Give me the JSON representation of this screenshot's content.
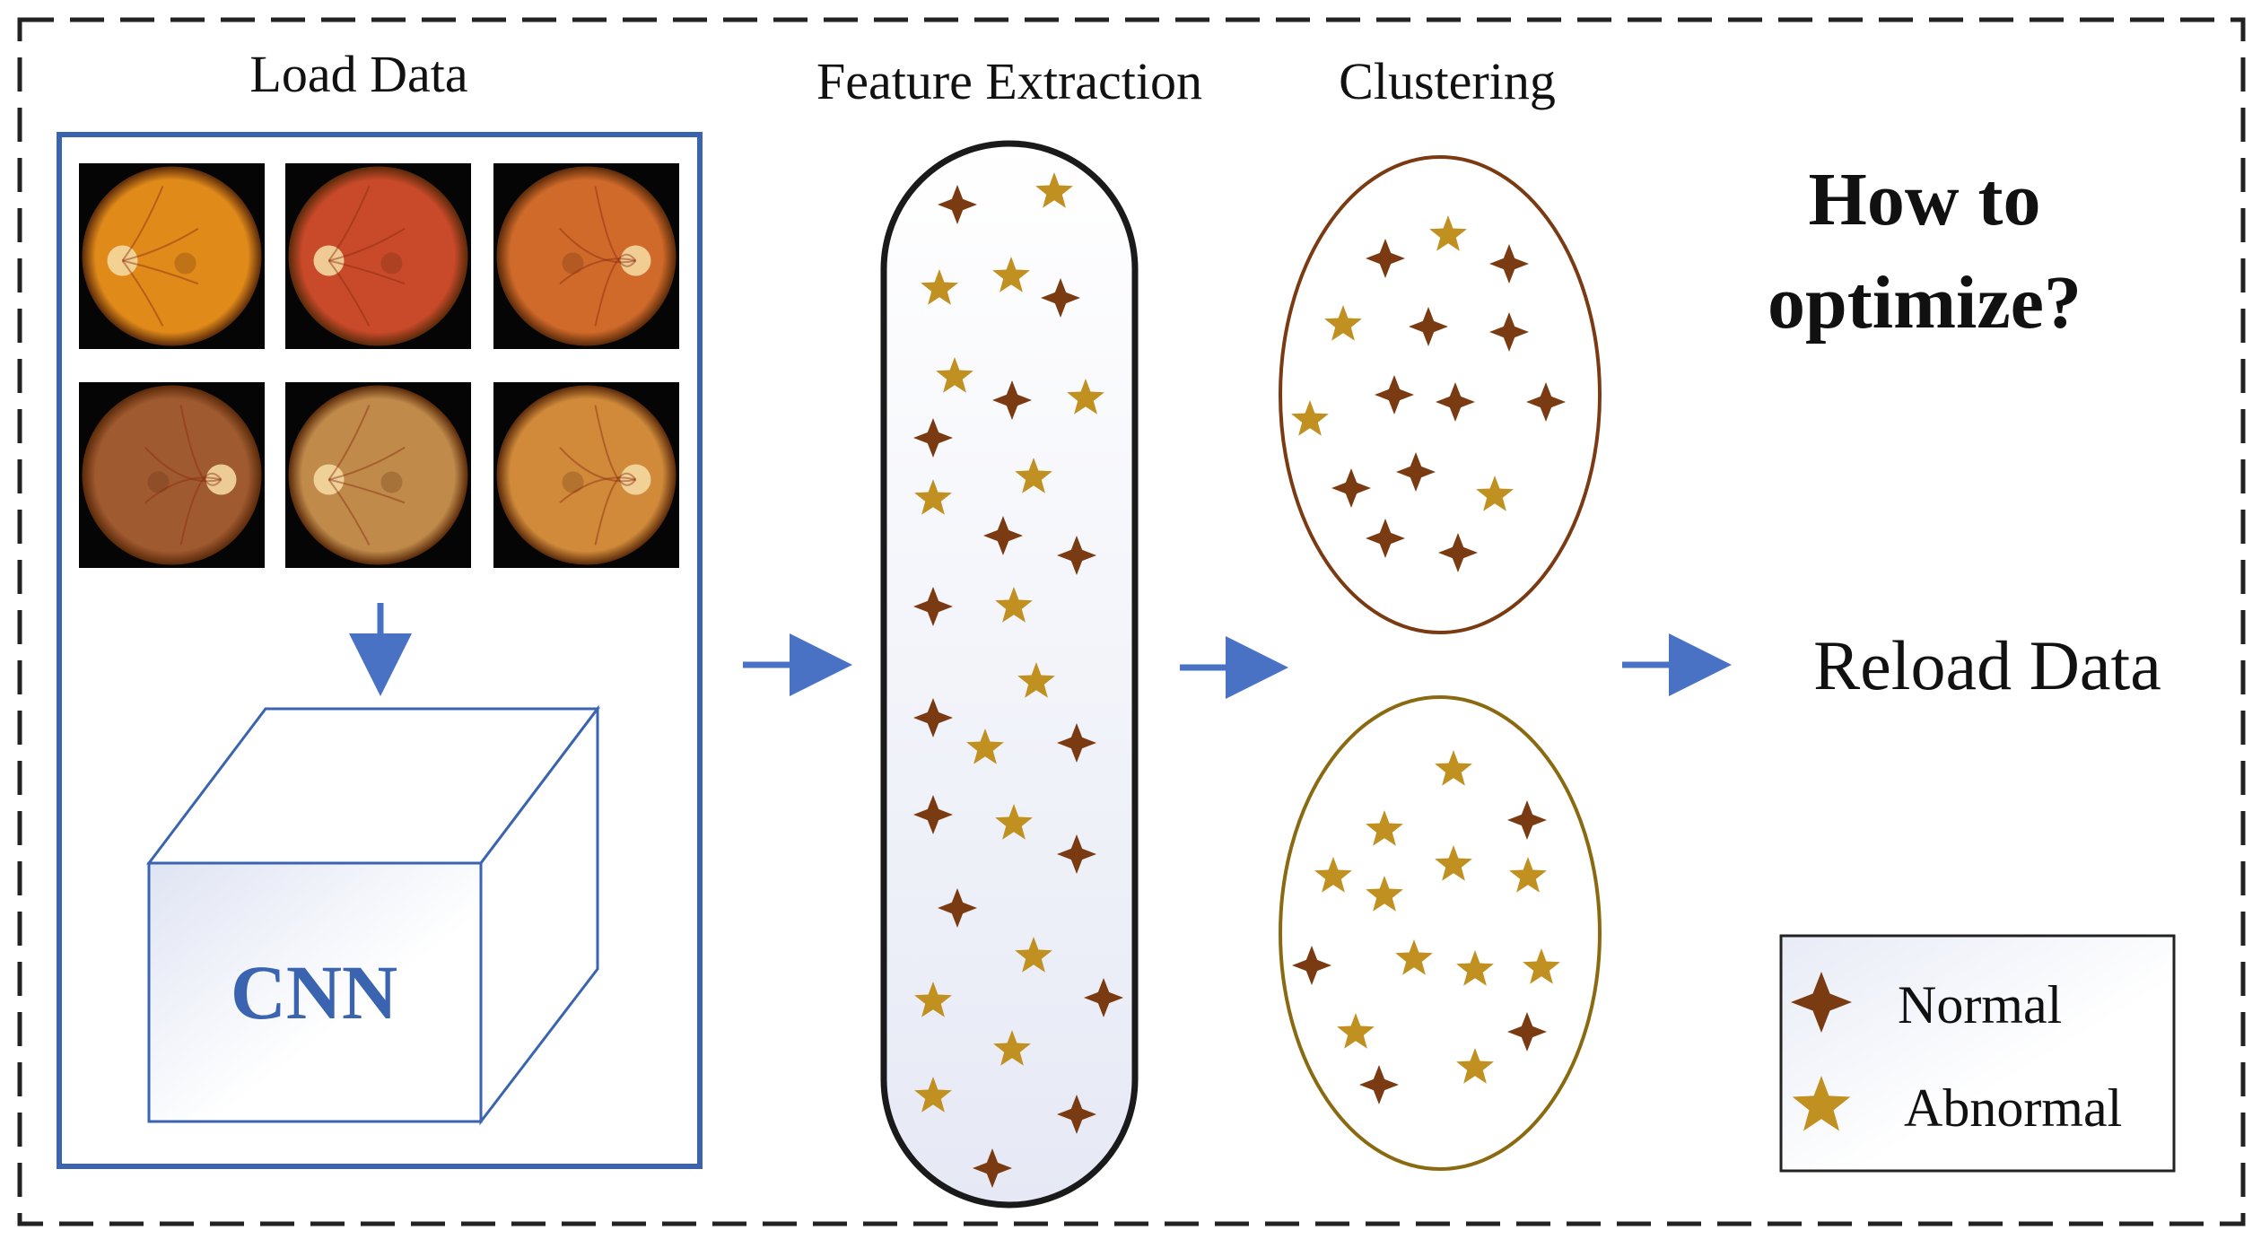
{
  "sections": {
    "load_data": "Load Data",
    "feature_extraction": "Feature Extraction",
    "clustering": "Clustering"
  },
  "cnn_label": "CNN",
  "question": {
    "line1": "How to",
    "line2": "optimize?"
  },
  "reload_label": "Reload Data",
  "legend": {
    "normal": "Normal",
    "abnormal": "Abnormal"
  },
  "colors": {
    "normal": "#7a3a12",
    "abnormal": "#c09020",
    "cnn_blue": "#3a63b0",
    "arrow_blue": "#4a72c4",
    "upper_cluster_border": "#7a3a12",
    "lower_cluster_border": "#8a6a10"
  },
  "fundus_images": [
    {
      "name": "fundus-1",
      "bg": "#e08a1a",
      "disc": "left"
    },
    {
      "name": "fundus-2",
      "bg": "#c84a2a",
      "disc": "left"
    },
    {
      "name": "fundus-3",
      "bg": "#d06a2a",
      "disc": "right"
    },
    {
      "name": "fundus-4",
      "bg": "#a05a30",
      "disc": "right"
    },
    {
      "name": "fundus-5",
      "bg": "#c08a4a",
      "disc": "left"
    },
    {
      "name": "fundus-6",
      "bg": "#d08a3a",
      "disc": "right"
    }
  ]
}
